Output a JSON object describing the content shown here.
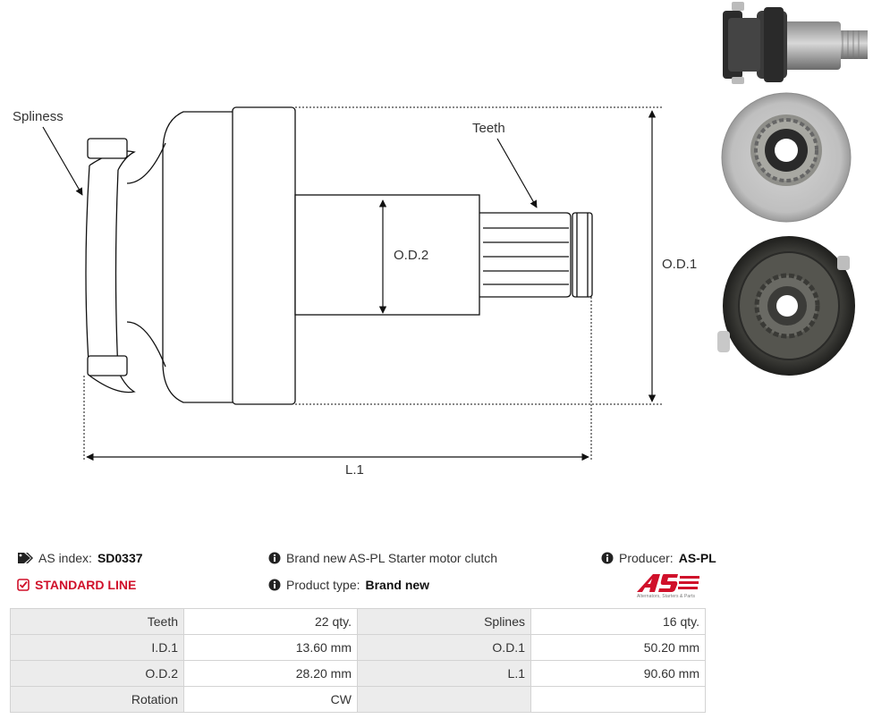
{
  "diagram": {
    "labels": {
      "spliness": "Spliness",
      "teeth": "Teeth",
      "od2": "O.D.2",
      "od1": "O.D.1",
      "l1": "L.1"
    }
  },
  "info": {
    "as_index_label": "AS index:",
    "as_index_value": "SD0337",
    "standard_line": "STANDARD LINE",
    "description": "Brand new AS-PL Starter motor clutch",
    "product_type_label": "Product type:",
    "product_type_value": "Brand new",
    "producer_label": "Producer:",
    "producer_value": "AS-PL",
    "logo_caption": "Alternators, Starters & Parts"
  },
  "specs": [
    {
      "l1": "Teeth",
      "v1": "22 qty.",
      "l2": "Splines",
      "v2": "16 qty."
    },
    {
      "l1": "I.D.1",
      "v1": "13.60 mm",
      "l2": "O.D.1",
      "v2": "50.20 mm"
    },
    {
      "l1": "O.D.2",
      "v1": "28.20 mm",
      "l2": "L.1",
      "v2": "90.60 mm"
    },
    {
      "l1": "Rotation",
      "v1": "CW",
      "l2": "",
      "v2": ""
    }
  ],
  "colors": {
    "accent_red": "#d0102a",
    "label_bg": "#ececec",
    "border": "#d3d3d3"
  }
}
